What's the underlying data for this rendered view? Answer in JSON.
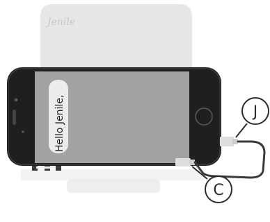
{
  "brand": {
    "logo_text": "Jenile"
  },
  "phone": {
    "message_text": "Hello Jenile,"
  },
  "callouts": {
    "j_label": "J",
    "c_label": "C"
  },
  "colors": {
    "stand_body": "#e7e7e7",
    "stand_base": "#f3f3f3",
    "phone_body": "#1f1f1f",
    "screen": "#a3a3a3",
    "bubble": "#ececec",
    "cable": "#3a3a3a",
    "callout_stroke": "#2b2b2b"
  }
}
